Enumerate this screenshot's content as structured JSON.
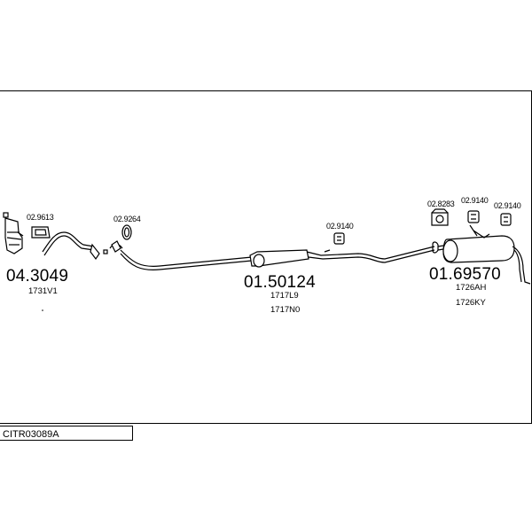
{
  "diagram": {
    "sections": [
      {
        "part_number": "04.3049",
        "oe_numbers": [
          "1731V1"
        ],
        "accessories": [
          "02.9613"
        ]
      },
      {
        "part_number": "01.50124",
        "oe_numbers": [
          "1717L9",
          "1717N0"
        ],
        "accessories": [
          "02.9264",
          "02.9140"
        ]
      },
      {
        "part_number": "01.69570",
        "oe_numbers": [
          "1726AH",
          "1726KY"
        ],
        "accessories": [
          "02.8283",
          "02.9140",
          "02.9140"
        ]
      }
    ],
    "system_code": "CITR03089A"
  }
}
